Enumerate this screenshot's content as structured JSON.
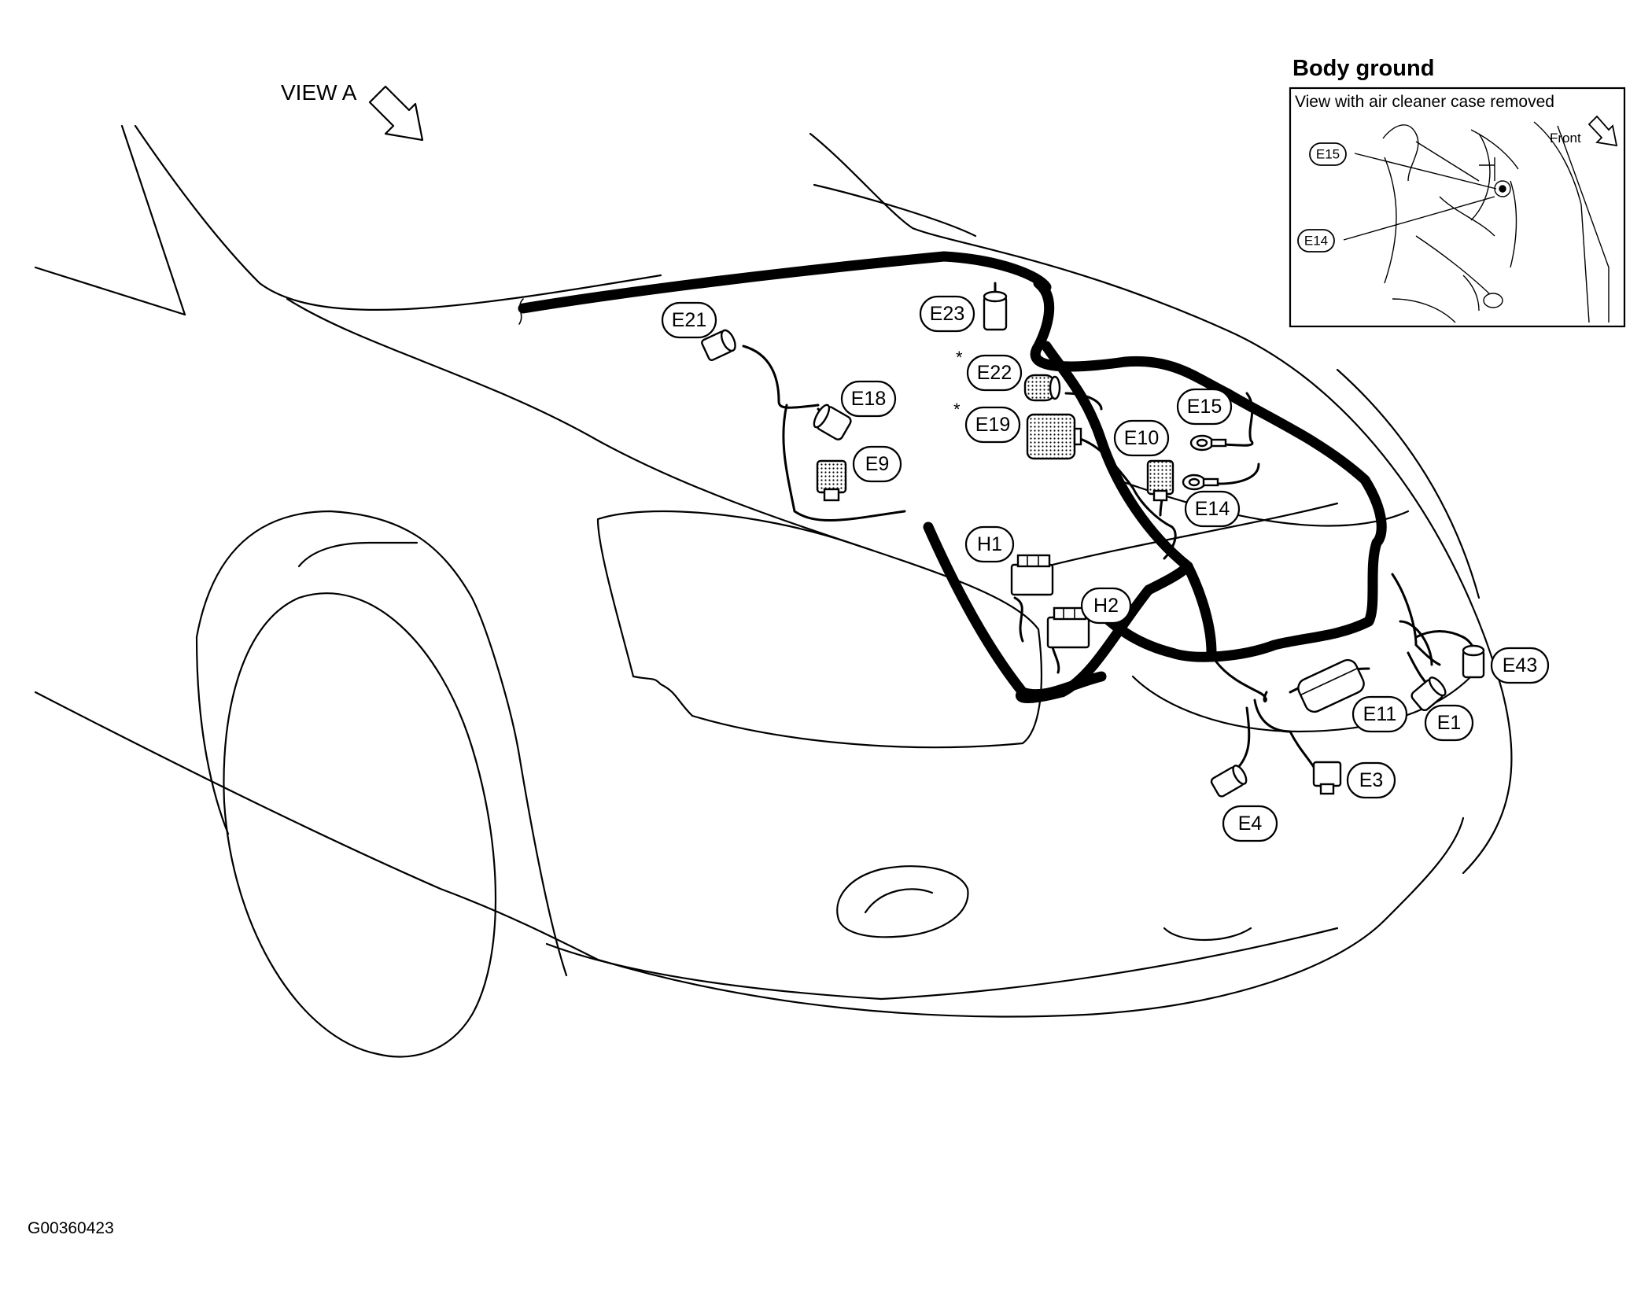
{
  "view_label": "VIEW A",
  "inset": {
    "title": "Body ground",
    "subtitle": "View with air cleaner case removed",
    "direction": "Front",
    "callouts": [
      "E15",
      "E14"
    ]
  },
  "connectors": {
    "E21": "E21",
    "E23": "E23",
    "E22": "E22",
    "E19": "E19",
    "E18": "E18",
    "E9": "E9",
    "E10": "E10",
    "E15": "E15",
    "E14": "E14",
    "H1": "H1",
    "H2": "H2",
    "E11": "E11",
    "E1": "E1",
    "E43": "E43",
    "E3": "E3",
    "E4": "E4"
  },
  "asterisk": "*",
  "figure_id": "G00360423"
}
